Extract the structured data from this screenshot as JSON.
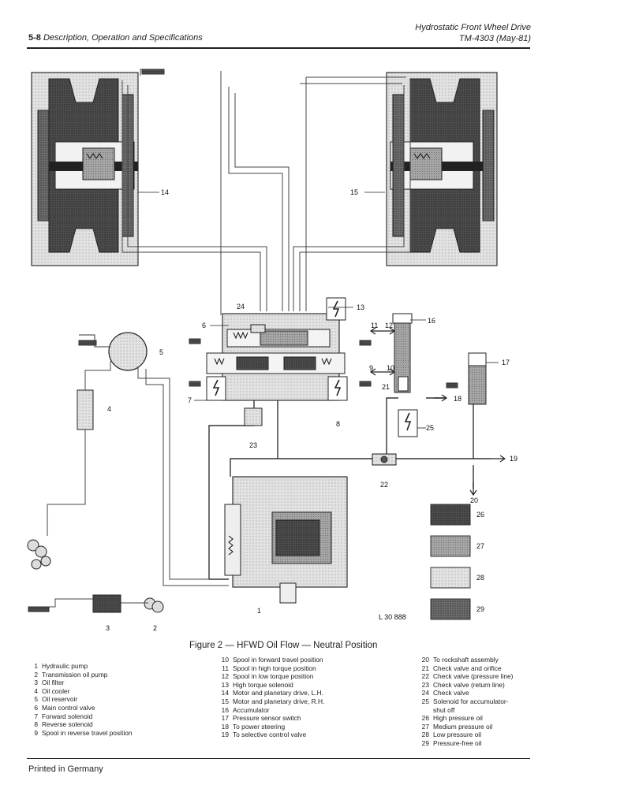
{
  "header": {
    "left_page": "5-8",
    "left_title": "Description, Operation and Specifications",
    "right_line1": "Hydrostatic Front Wheel Drive",
    "right_line2": "TM-4303 (May-81)"
  },
  "diagram": {
    "callouts": [
      "1",
      "2",
      "3",
      "4",
      "5",
      "6",
      "7",
      "8",
      "9",
      "10",
      "11",
      "12",
      "13",
      "14",
      "15",
      "16",
      "17",
      "18",
      "19",
      "20",
      "21",
      "22",
      "23",
      "24",
      "25",
      "26",
      "27",
      "28",
      "29"
    ],
    "reference": "L 30 888",
    "swatch_colors": {
      "high": "#555555",
      "medium": "#9a9a9a",
      "low": "#e6e6e6",
      "free": "#6a6a6a"
    }
  },
  "caption": "Figure 2 — HFWD Oil Flow — Neutral Position",
  "legend": {
    "col1": [
      {
        "n": "1",
        "t": "Hydraulic pump"
      },
      {
        "n": "2",
        "t": "Transmission oil pump"
      },
      {
        "n": "3",
        "t": "Oil filter"
      },
      {
        "n": "4",
        "t": "Oil cooler"
      },
      {
        "n": "5",
        "t": "Oil reservoir"
      },
      {
        "n": "6",
        "t": "Main control valve"
      },
      {
        "n": "7",
        "t": "Forward solenoid"
      },
      {
        "n": "8",
        "t": "Reverse solenoid"
      },
      {
        "n": "9",
        "t": "Spool in reverse travel position"
      }
    ],
    "col2": [
      {
        "n": "10",
        "t": "Spool in forward travel position"
      },
      {
        "n": "11",
        "t": "Spool in high torque position"
      },
      {
        "n": "12",
        "t": "Spool in low torque position"
      },
      {
        "n": "13",
        "t": "High torque solenoid"
      },
      {
        "n": "14",
        "t": "Motor and planetary drive, L.H."
      },
      {
        "n": "15",
        "t": "Motor and planetary drive, R.H."
      },
      {
        "n": "16",
        "t": "Accumulator"
      },
      {
        "n": "17",
        "t": "Pressure sensor switch"
      },
      {
        "n": "18",
        "t": "To power steering"
      },
      {
        "n": "19",
        "t": "To selective control valve"
      }
    ],
    "col3": [
      {
        "n": "20",
        "t": "To rockshaft assembly"
      },
      {
        "n": "21",
        "t": "Check valve and orifice"
      },
      {
        "n": "22",
        "t": "Check valve (pressure line)"
      },
      {
        "n": "23",
        "t": "Check valve (return line)"
      },
      {
        "n": "24",
        "t": "Check valve"
      },
      {
        "n": "25",
        "t": "Solenoid for accumulator-"
      },
      {
        "n": "",
        "t": "shut off"
      },
      {
        "n": "26",
        "t": "High pressure oil"
      },
      {
        "n": "27",
        "t": "Medium pressure oil"
      },
      {
        "n": "28",
        "t": "Low pressure oil"
      },
      {
        "n": "29",
        "t": "Pressure-free oil"
      }
    ]
  },
  "footer": "Printed in Germany"
}
